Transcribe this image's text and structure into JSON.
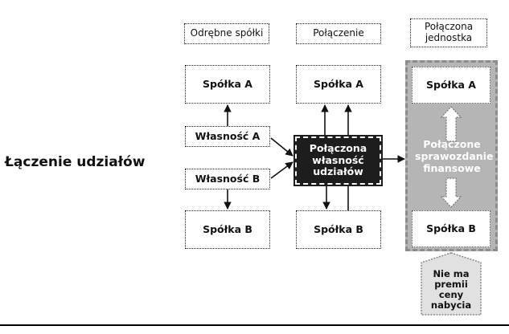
{
  "title": "Łączenie udziałów",
  "headers": {
    "separate": "Odrębne spółki",
    "merger": "Połączenie",
    "combined_entity": "Połączona jednostka"
  },
  "company_a": "Spółka A",
  "company_b": "Spółka B",
  "ownership_a": "Własność A",
  "ownership_b": "Własność B",
  "combined_ownership": "Połączona własność udziałów",
  "combined_statements": "Połączone sprawozdanie finansowe",
  "no_premium": "Nie ma premii ceny nabycia",
  "colors": {
    "dark_box": "#1d1d1d",
    "grey_panel": "#b5b5b5"
  }
}
